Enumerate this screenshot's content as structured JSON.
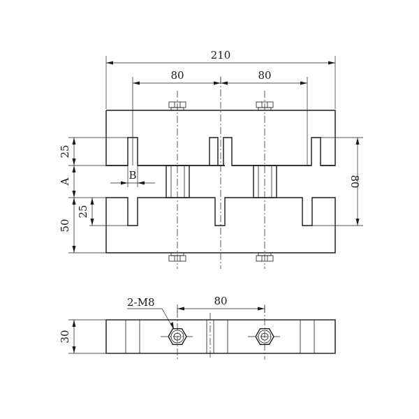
{
  "dimensions": {
    "overall_length": "210",
    "bolt_pitch_left": "80",
    "bolt_pitch_right": "80",
    "slot_depth_upper": "25",
    "gap_a": "A",
    "slot_depth_lower": "25",
    "block_height": "50",
    "slot_width_b": "B",
    "span_right": "80",
    "bolt_label": "2-M8",
    "bottom_pitch": "80",
    "side_thickness": "30"
  },
  "colors": {
    "line": "#1a1a1a",
    "background": "#ffffff"
  }
}
